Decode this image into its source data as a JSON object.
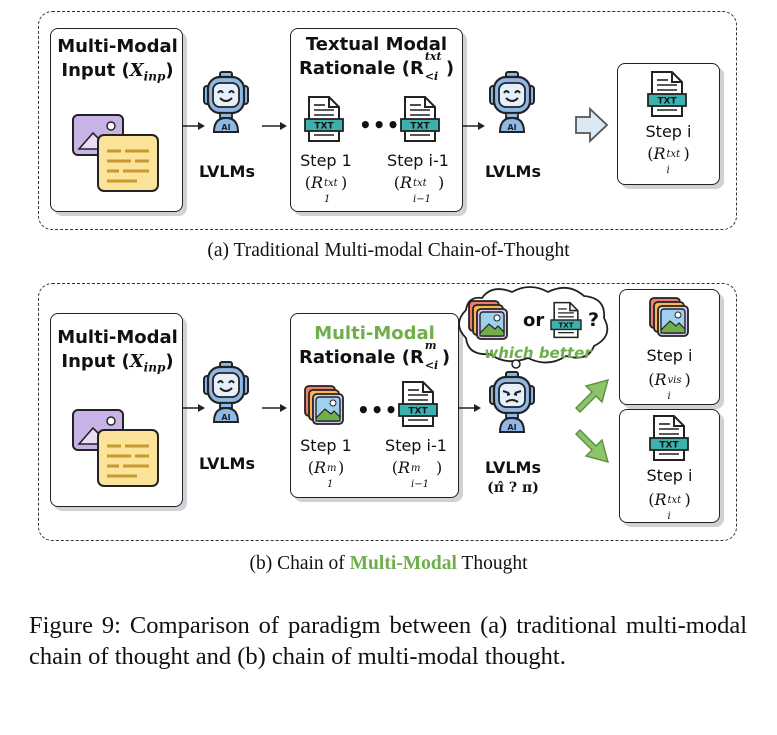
{
  "panel_a": {
    "input_title_1": "Multi-Modal",
    "input_title_2": "Input (",
    "input_math": "X",
    "input_sub": "inp",
    "input_close": ")",
    "lvlm_label_1": "LVLMs",
    "rationale_title_1": "Textual Modal",
    "rationale_title_2": "Rationale (",
    "rationale_R": "R",
    "rationale_sup": "txt",
    "rationale_sub": "<i",
    "rationale_close": ")",
    "step1_label": "Step 1",
    "step1_math": "(R",
    "step1_sup": "txt",
    "step1_sub": "1",
    "stepi1_label": "Step i-1",
    "stepi1_sup": "txt",
    "stepi1_sub": "i−1",
    "dots": "•••",
    "lvlm_label_2": "LVLMs",
    "out_label": "Step i",
    "out_sup": "txt",
    "out_sub": "i",
    "txt_icon_text": "TXT",
    "caption": "(a) Traditional Multi-modal Chain-of-Thought"
  },
  "panel_b": {
    "input_title_1": "Multi-Modal",
    "input_title_2": "Input (",
    "input_math": "X",
    "input_sub": "inp",
    "input_close": ")",
    "lvlm_label_1": "LVLMs",
    "rationale_title_1": "Multi-Modal",
    "rationale_title_2": "Rationale (",
    "rationale_R": "R",
    "rationale_sup": "m",
    "rationale_sub": "<i",
    "rationale_close": ")",
    "step1_label": "Step 1",
    "step1_sup": "m",
    "step1_sub": "1",
    "stepi1_label": "Step i-1",
    "stepi1_sup": "m",
    "stepi1_sub": "i−1",
    "dots": "•••",
    "thought_or": "or",
    "thought_q": "?",
    "thought_text": "which better",
    "lvlm_label_2": "LVLMs",
    "lvlm_pi": "(π̂ ? π)",
    "out_vis_label": "Step i",
    "out_vis_sup": "vis",
    "out_vis_sub": "i",
    "out_txt_label": "Step i",
    "out_txt_sup": "txt",
    "out_txt_sub": "i",
    "txt_icon_text": "TXT",
    "caption_pre": "(b) Chain of ",
    "caption_green": "Multi-Modal",
    "caption_post": " Thought"
  },
  "colors": {
    "accent_green": "#6fae4b",
    "robot_blue": "#8fb8e6",
    "txt_teal": "#3bb1b0",
    "image_purple": "#b9a0dc",
    "doc_yellow": "#fbe39a"
  },
  "figure_caption": "Figure 9: Comparison of paradigm between (a) traditional multi-modal chain of thought and (b) chain of multi-modal thought."
}
